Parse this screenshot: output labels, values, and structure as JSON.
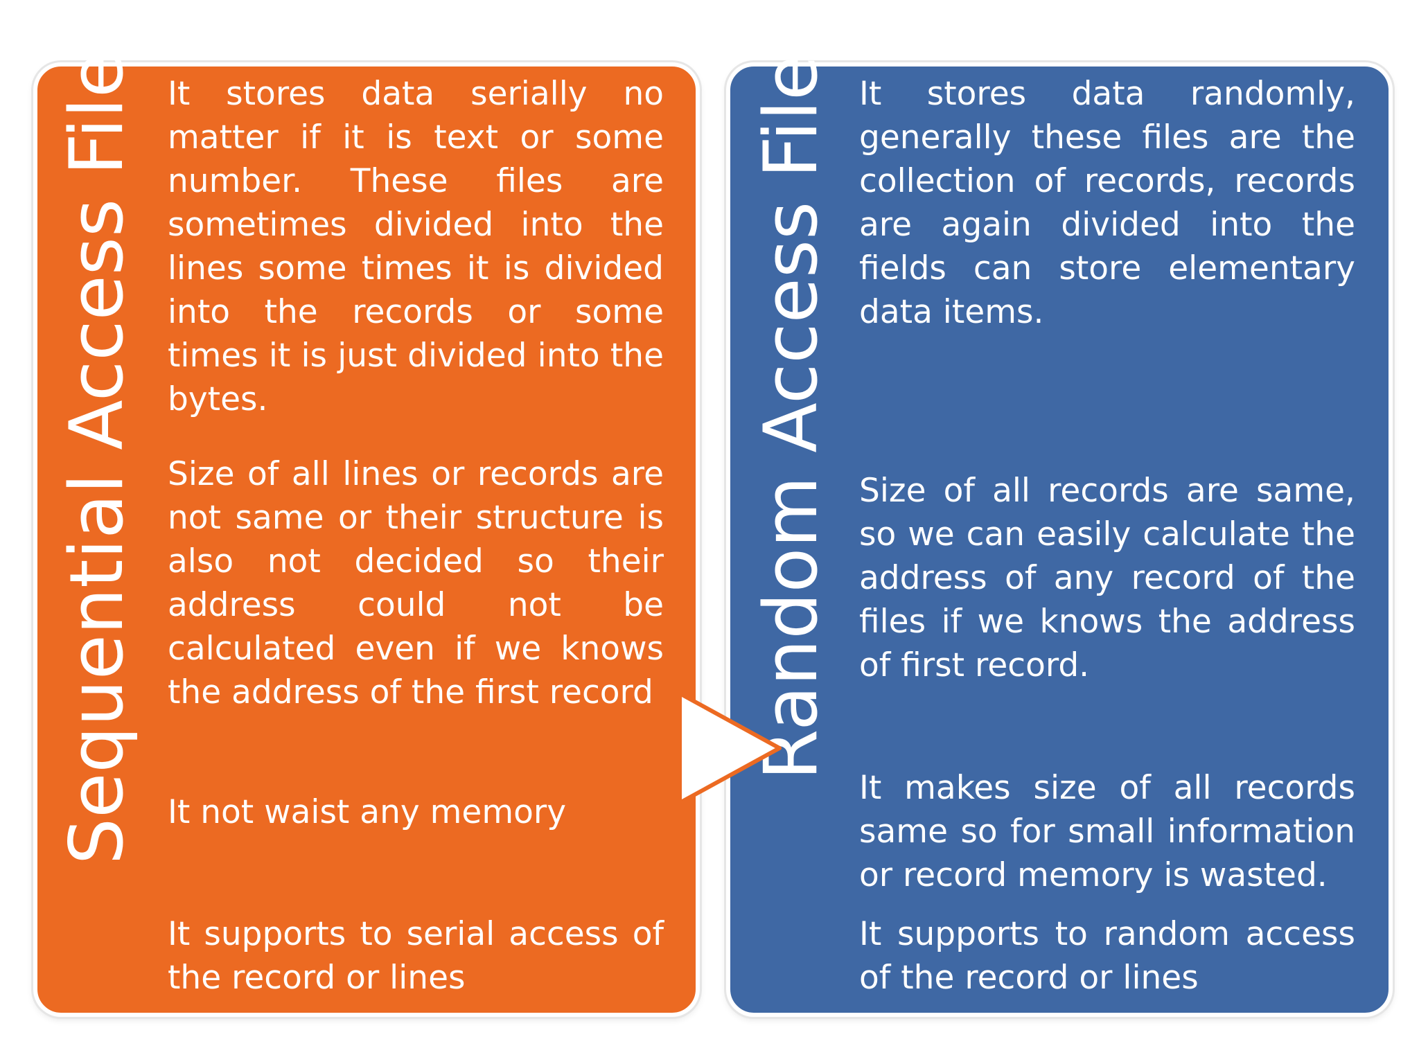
{
  "colors": {
    "left_panel": "#ec6a22",
    "right_panel": "#3f68a4",
    "text": "#ffffff",
    "arrow_fill": "#ffffff",
    "arrow_stroke": "#ec6a22"
  },
  "left": {
    "title": "Sequential Access File",
    "paragraphs": [
      "It stores data serially no matter if it is text or some number. These files are sometimes divided into the lines some times it is divided into the records or some times it is just divided into the bytes.",
      "Size of all lines or records are not same or their structure is also not decided so their address could not be calculated even if we knows the address of the first record",
      "It not waist any memory",
      "It supports to serial access of the record or lines"
    ]
  },
  "right": {
    "title": "Random Access File",
    "paragraphs": [
      "It stores data randomly, generally these files are the collection of records, records are again divided into the fields can store elementary data items.",
      "Size of all records are same, so we can easily calculate the address of any record of the files if we knows the address of first record.",
      "It makes size of all records same so for small information or record memory is wasted.",
      "It supports to random access of the record or lines"
    ]
  },
  "arrow_icon": "right-chevron-arrow-icon"
}
